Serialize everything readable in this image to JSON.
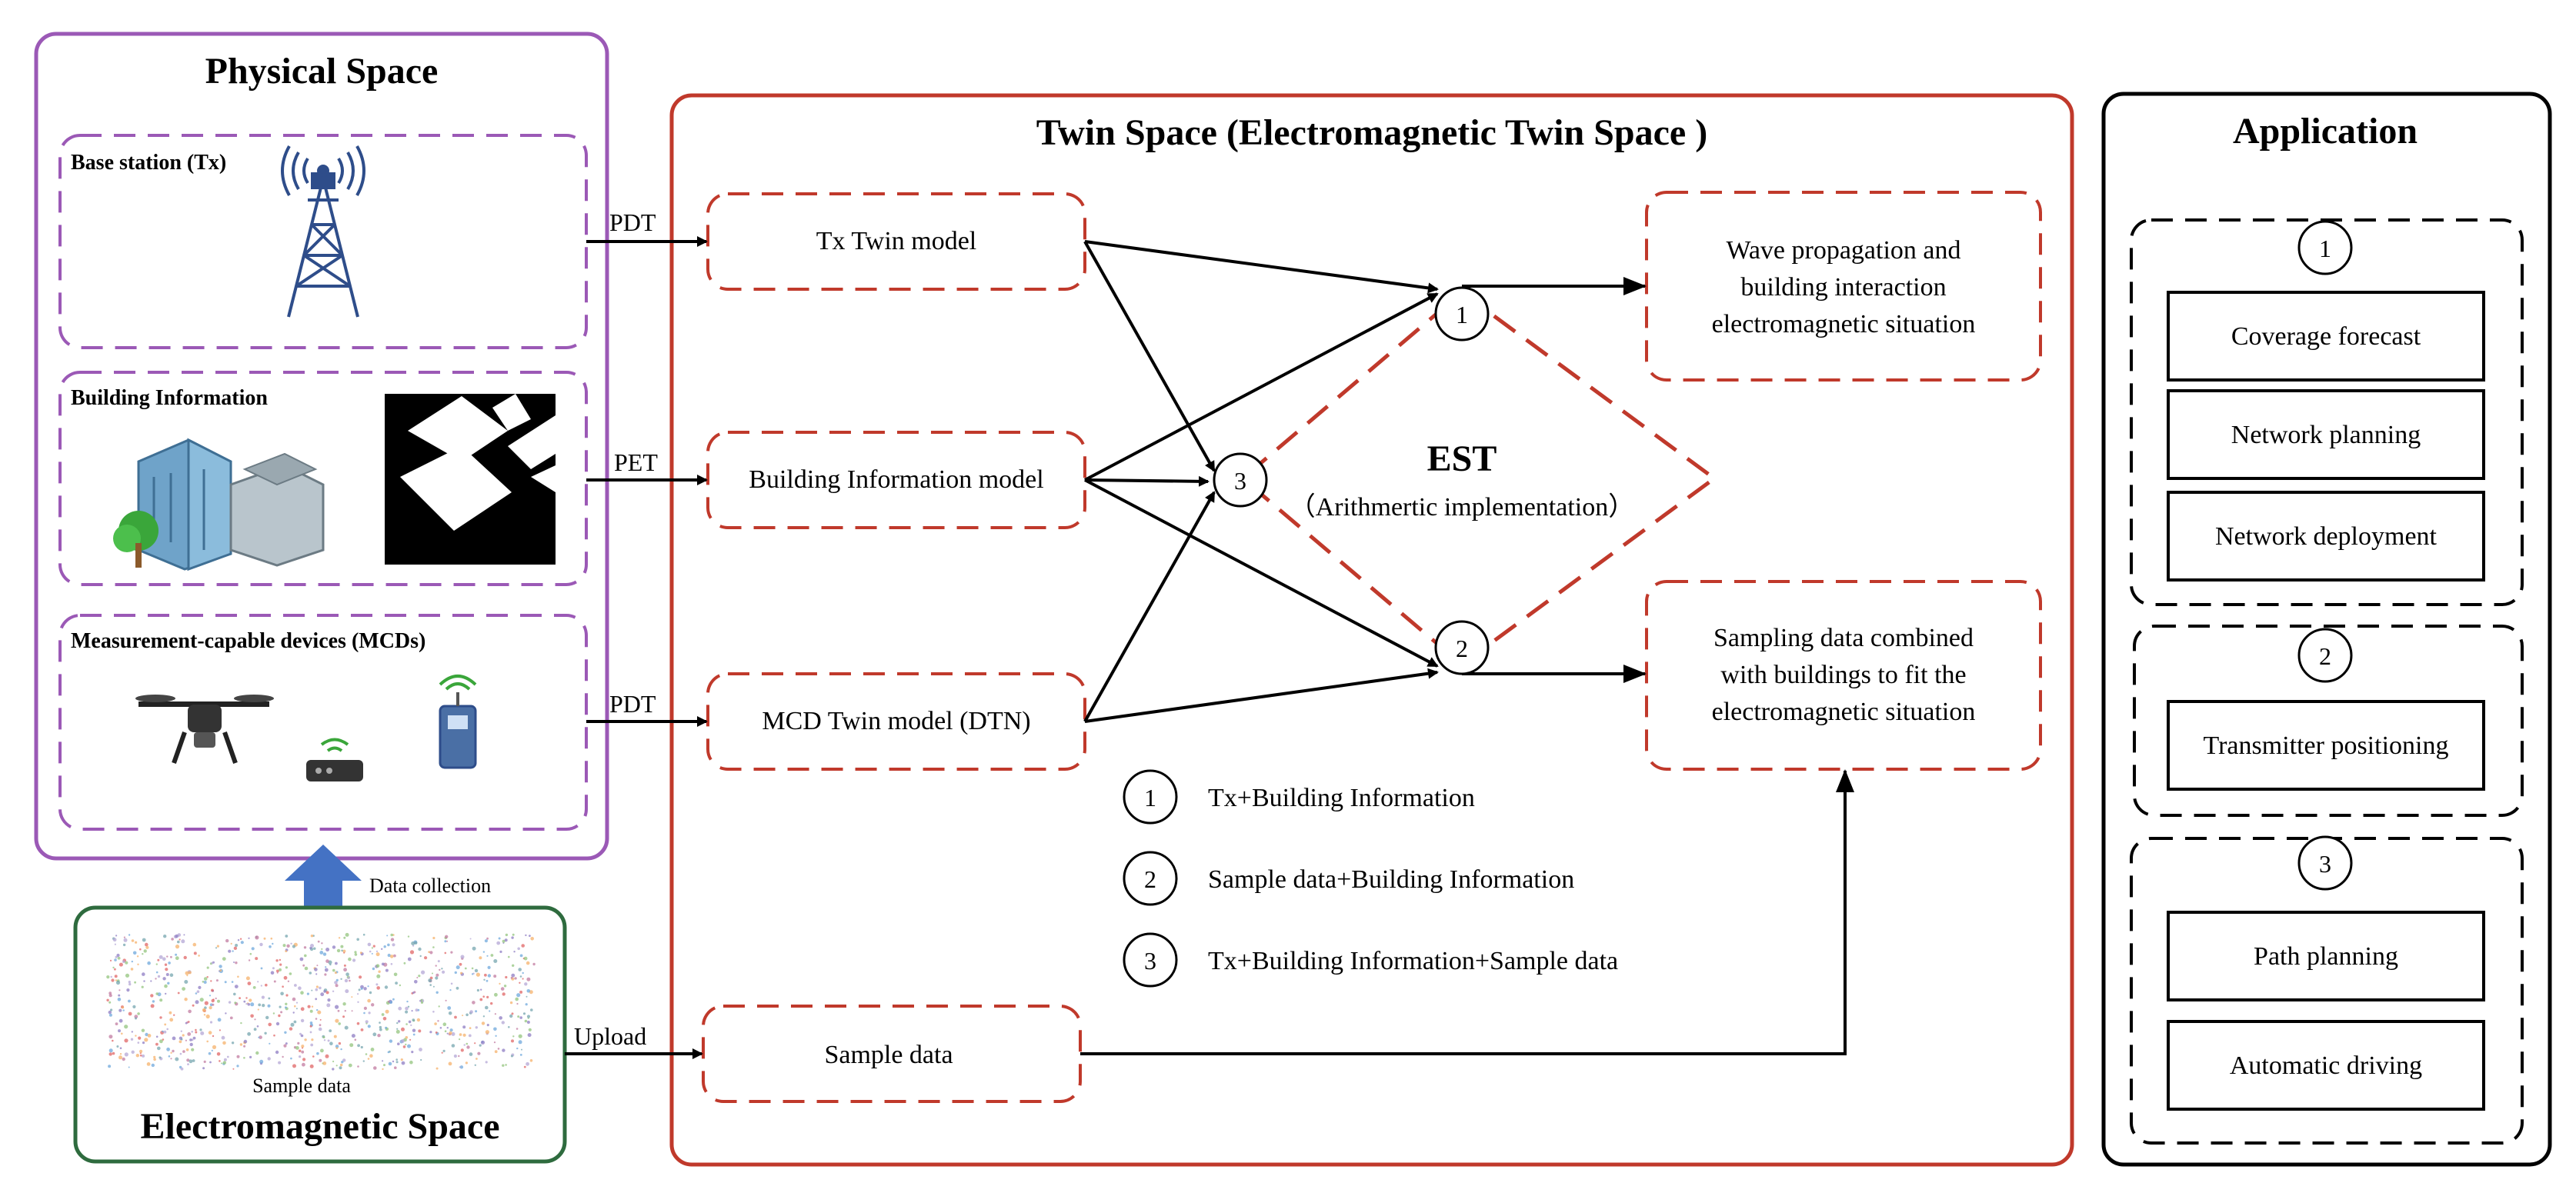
{
  "physical_space": {
    "title": "Physical Space",
    "base_station": {
      "label": "Base station (Tx)"
    },
    "building_info": {
      "label": "Building Information"
    },
    "mcds": {
      "label": "Measurement-capable devices (MCDs)"
    }
  },
  "electromagnetic_space": {
    "title": "Electromagnetic Space",
    "sample_label": "Sample data"
  },
  "data_collection_label": "Data collection",
  "twin_space": {
    "title": "Twin Space (Electromagnetic Twin Space )",
    "models": {
      "tx": "Tx Twin model",
      "building": "Building Information model",
      "mcd": "MCD Twin model (DTN)",
      "sample": "Sample data"
    },
    "edge_labels": {
      "pdt1": "PDT",
      "pet": "PET",
      "pdt2": "PDT",
      "upload": "Upload"
    },
    "est": {
      "title": "EST",
      "subtitle": "（Arithmertic implementation）"
    },
    "nodes": {
      "n1": "1",
      "n2": "2",
      "n3": "3"
    },
    "outputs": {
      "wave": [
        "Wave propagation and",
        "building interaction",
        "electromagnetic situation"
      ],
      "sampling": [
        "Sampling data combined",
        "with buildings to fit the",
        "electromagnetic situation"
      ]
    },
    "legend": [
      {
        "num": "1",
        "text": "Tx+Building Information"
      },
      {
        "num": "2",
        "text": "Sample data+Building Information"
      },
      {
        "num": "3",
        "text": "Tx+Building Information+Sample data"
      }
    ]
  },
  "application": {
    "title": "Application",
    "groups": [
      {
        "num": "1",
        "items": [
          "Coverage forecast",
          "Network planning",
          "Network deployment"
        ]
      },
      {
        "num": "2",
        "items": [
          "Transmitter positioning"
        ]
      },
      {
        "num": "3",
        "items": [
          "Path planning",
          "Automatic driving"
        ]
      }
    ]
  },
  "colors": {
    "physical": "#9b59b6",
    "electromagnetic": "#2e6b3e",
    "twin": "#c0392b",
    "application": "#000000",
    "collection_arrow": "#4472c4"
  }
}
